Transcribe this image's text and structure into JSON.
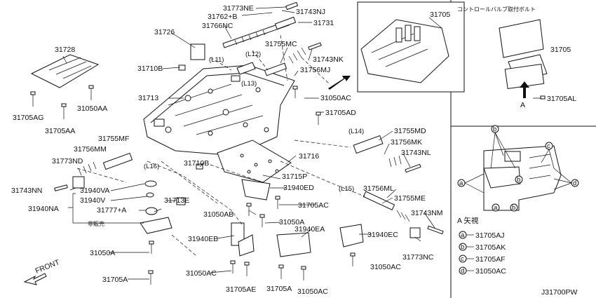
{
  "diagram_code": "J31700PW",
  "inset_top_label": "31705",
  "inset_right": {
    "title": "コントロールバルブ取付ボルト",
    "part": "31705",
    "view_letter": "A",
    "bolt": "31705AL"
  },
  "view_a": {
    "title": "A 矢視",
    "legend": [
      {
        "key": "a",
        "part": "31705AJ"
      },
      {
        "key": "b",
        "part": "31705AK"
      },
      {
        "key": "c",
        "part": "31705AF"
      },
      {
        "key": "d",
        "part": "31050AC"
      }
    ]
  },
  "front_label": "FRONT",
  "not_for_sale": "非販売",
  "sub_groups": [
    "(L11)",
    "(L12)",
    "(L13)",
    "(L14)",
    "(L15)",
    "(L16)"
  ],
  "parts": [
    "31773NE",
    "31762+B",
    "31743NJ",
    "31766NC",
    "31731",
    "31726",
    "31755MC",
    "31728",
    "31710B",
    "31743NK",
    "31756MJ",
    "31713",
    "31050AC",
    "31705AG",
    "31050AA",
    "31705AA",
    "31705AD",
    "31755MF",
    "31756MM",
    "31755MD",
    "31756MK",
    "31716",
    "31773ND",
    "31743NL",
    "31710B",
    "31715P",
    "31743NN",
    "31940VA",
    "31940ED",
    "31940V",
    "31713E",
    "31756ML",
    "31940NA",
    "31777+A",
    "31755ME",
    "31705AC",
    "31050AB",
    "31743NM",
    "31050A",
    "31940EA",
    "31940EB",
    "31940EC",
    "31050A",
    "31773NC",
    "31050AC",
    "31050AC",
    "31705A",
    "31705AE",
    "31705A",
    "31050AC"
  ]
}
